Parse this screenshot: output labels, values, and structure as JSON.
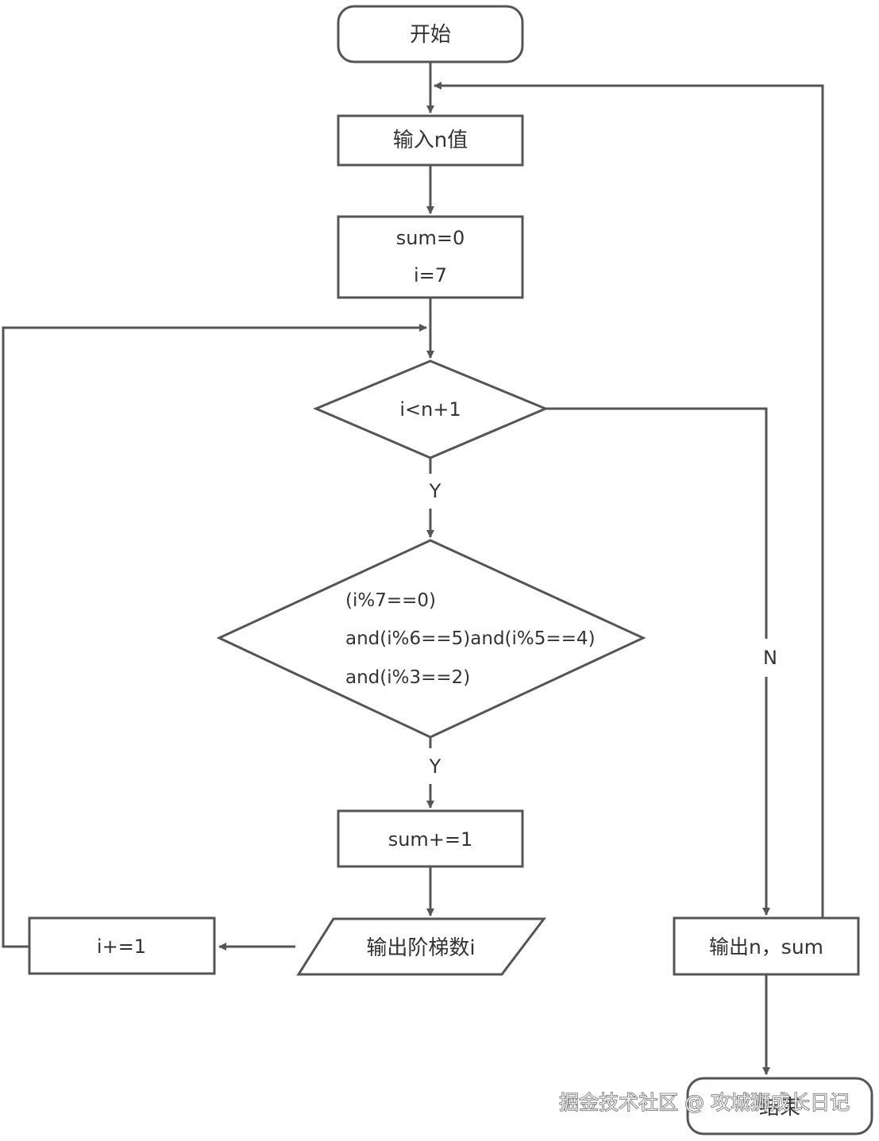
{
  "nodes": {
    "start": "开始",
    "input_n": "输入n值",
    "init": [
      "sum=0",
      "i=7"
    ],
    "loop_cond": "i<n+1",
    "check_cond": [
      "(i%7==0)",
      "and(i%6==5)and(i%5==4)",
      "and(i%3==2)"
    ],
    "sum_inc": "sum+=1",
    "output_step": "输出阶梯数i",
    "i_inc": "i+=1",
    "output_result": "输出n，sum",
    "end": "结束"
  },
  "edge_labels": {
    "loop_yes": "Y",
    "check_yes": "Y",
    "loop_no": "N"
  },
  "watermark": "掘金技术社区 @ 攻城狮成长日记",
  "colors": {
    "stroke": "#555555",
    "text": "#333333",
    "background": "#ffffff"
  }
}
